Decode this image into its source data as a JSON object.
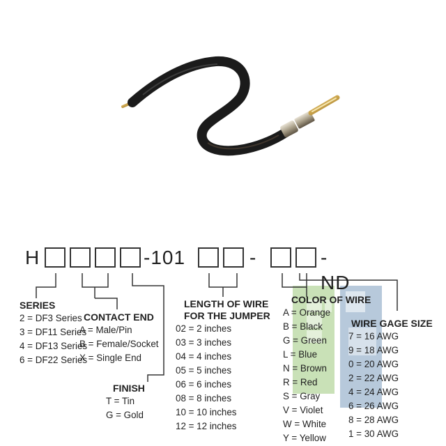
{
  "part_number": {
    "prefix": "H",
    "mid": "-101",
    "sep": "-",
    "suffix": "-ND"
  },
  "series": {
    "heading": "SERIES",
    "items": [
      "2 = DF3 Series",
      "3 = DF11 Series",
      "4 = DF13 Series",
      "6 = DF22 Series"
    ]
  },
  "contact_end": {
    "heading": "CONTACT END",
    "items": [
      "A = Male/Pin",
      "B = Female/Socket",
      "X = Single End"
    ]
  },
  "finish": {
    "heading": "FINISH",
    "items": [
      "T = Tin",
      "G = Gold"
    ]
  },
  "length": {
    "heading_line1": "LENGTH OF WIRE",
    "heading_line2": "FOR THE JUMPER",
    "items": [
      "02 = 2 inches",
      "03 = 3 inches",
      "04 = 4 inches",
      "05 = 5 inches",
      "06 = 6 inches",
      "08 = 8 inches",
      "10 = 10 inches",
      "12 = 12 inches"
    ]
  },
  "color": {
    "heading": "COLOR OF WIRE",
    "items": [
      "A = Orange",
      "B = Black",
      "G = Green",
      "L = Blue",
      "N = Brown",
      "R = Red",
      "S = Gray",
      "V = Violet",
      "W = White",
      "Y = Yellow"
    ]
  },
  "gage": {
    "heading": "WIRE GAGE SIZE",
    "items": [
      "7 = 16 AWG",
      "9 = 18 AWG",
      "0 = 20 AWG",
      "2 = 22 AWG",
      "4 = 24 AWG",
      "6 = 26 AWG",
      "8 = 28 AWG",
      "1 = 30 AWG"
    ]
  },
  "colors": {
    "wire": "#1b1b1b",
    "contact_gold": "#c9a24a",
    "watermark_green": "#b8d8a0",
    "watermark_blue": "#9fb8d0"
  }
}
